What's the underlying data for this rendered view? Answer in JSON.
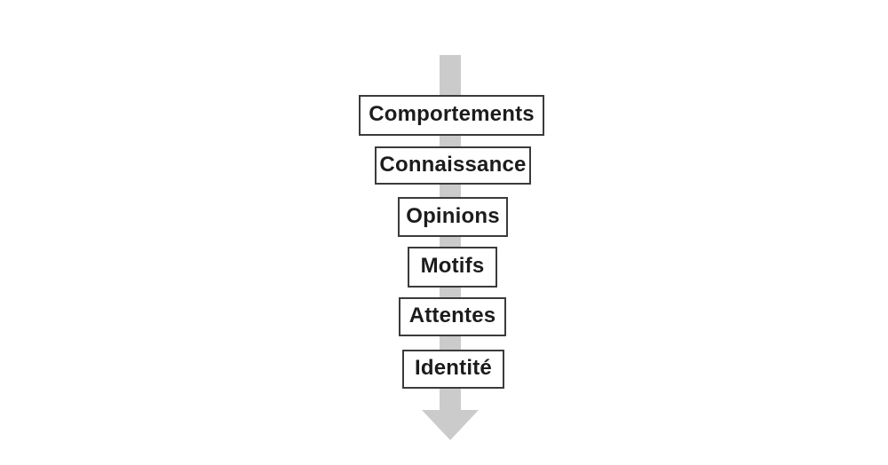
{
  "diagram": {
    "type": "vertical-flow",
    "arrow": {
      "direction": "down",
      "color": "#cbcbcb"
    },
    "colors": {
      "background": "#ffffff",
      "box_border": "#3b3b3b",
      "box_fill": "#ffffff",
      "text": "#1c1c1c"
    },
    "items": [
      {
        "label": "Comportements"
      },
      {
        "label": "Connaissance"
      },
      {
        "label": "Opinions"
      },
      {
        "label": "Motifs"
      },
      {
        "label": "Attentes"
      },
      {
        "label": "Identité"
      }
    ]
  }
}
